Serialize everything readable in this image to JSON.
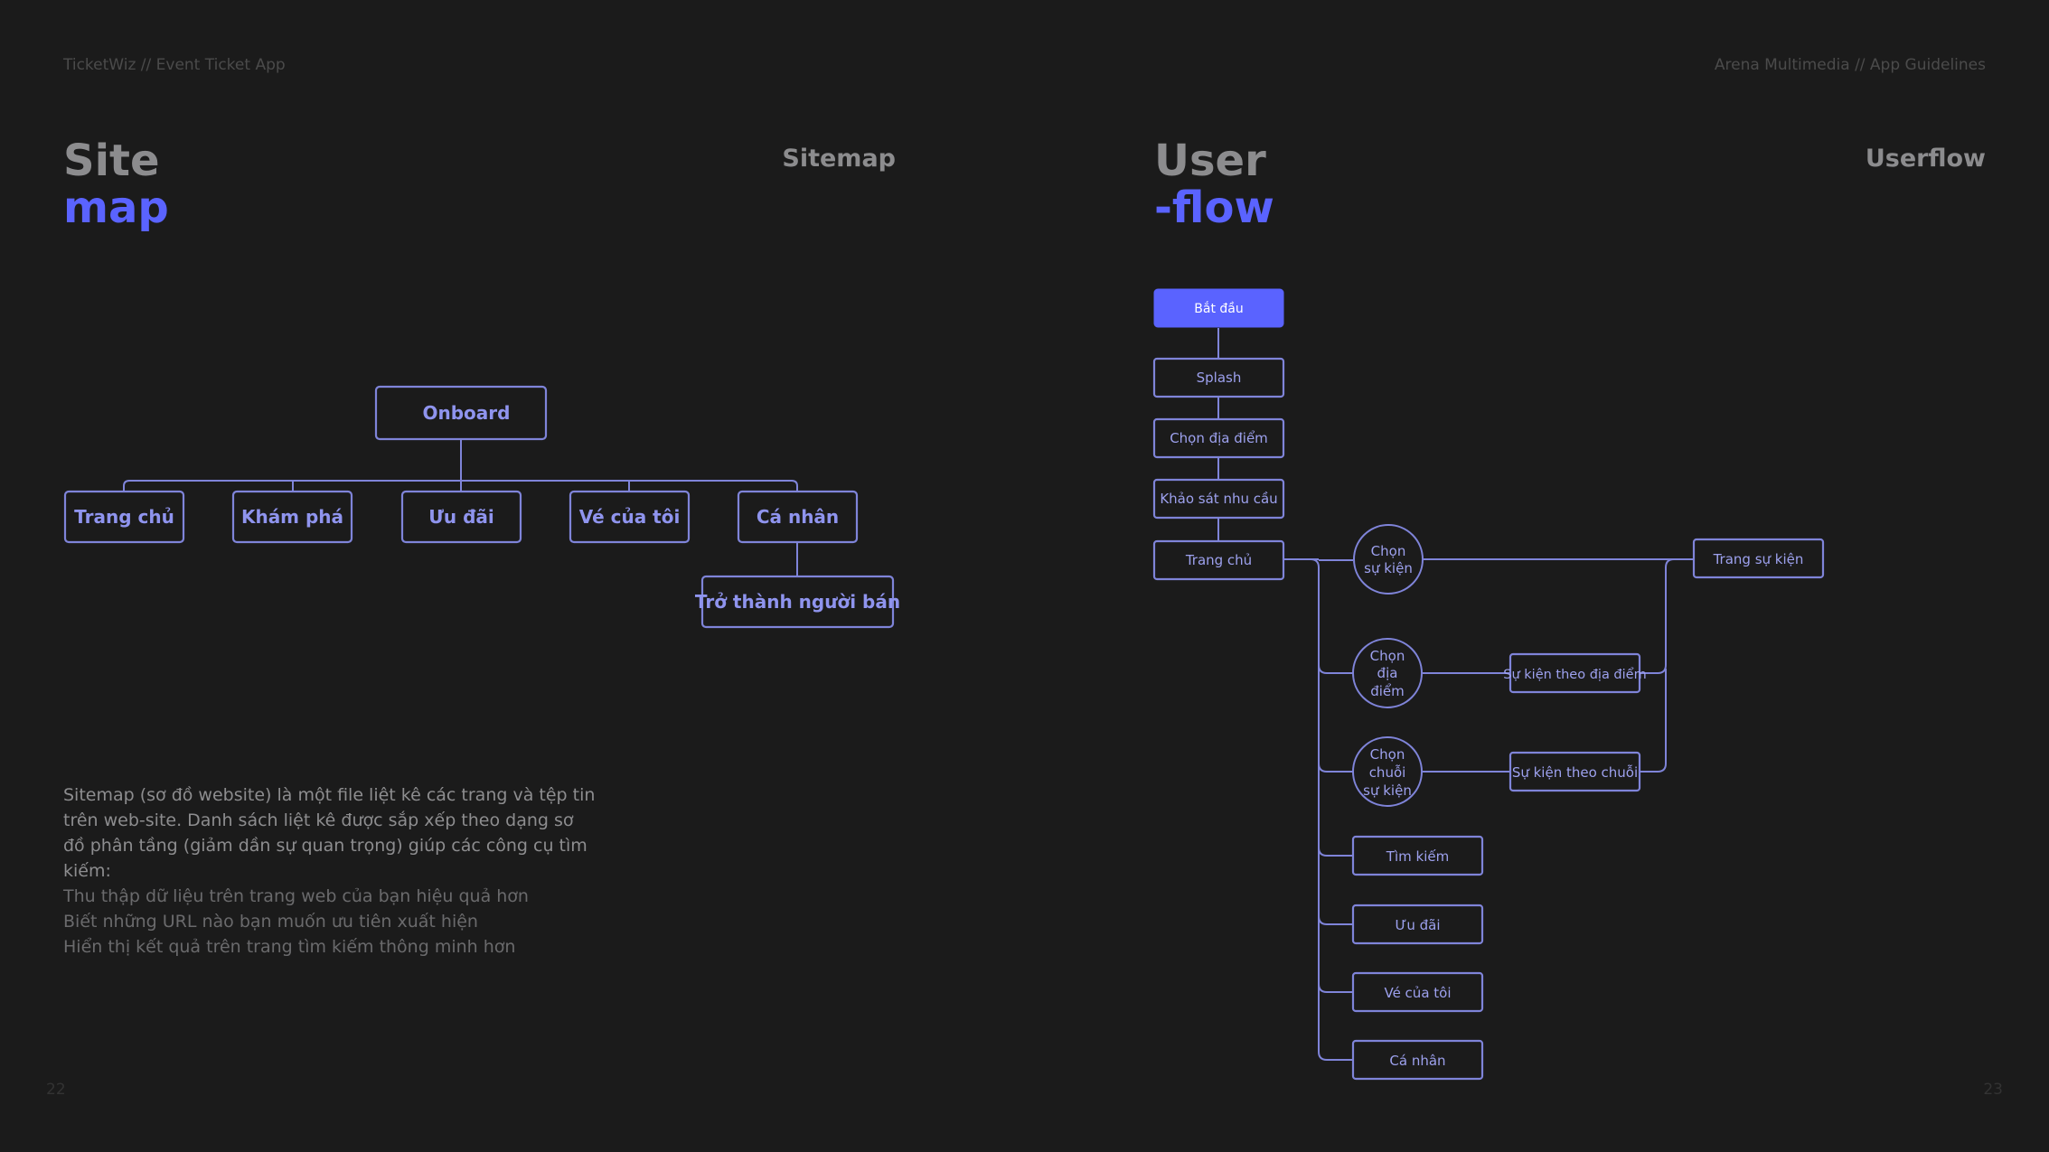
{
  "header": {
    "left_meta": "TicketWiz // Event Ticket App",
    "right_meta": "Arena Multimedia // App Guidelines"
  },
  "sitemap": {
    "title_line1": "Site",
    "title_line2": "map",
    "subtitle": "Sitemap",
    "nodes": {
      "root": "Onboard",
      "home": "Trang chủ",
      "explore": "Khám phá",
      "deals": "Ưu đãi",
      "tickets": "Vé của tôi",
      "profile": "Cá nhân",
      "seller": "Trở thành người bán"
    },
    "description": {
      "paragraph": "Sitemap (sơ đồ website) là một file liệt kê các trang và tệp tin trên web-site. Danh sách liệt kê được sắp xếp theo dạng sơ đồ phân tầng (giảm dần sự quan trọng) giúp các công cụ tìm kiếm:",
      "items": [
        "Thu thập dữ liệu trên trang web của bạn hiệu quả hơn",
        "Biết những URL nào bạn muốn ưu tiên xuất hiện",
        "Hiển thị kết quả trên trang tìm kiếm thông minh hơn"
      ]
    },
    "page_number": "22"
  },
  "userflow": {
    "title_line1": "User",
    "title_line2": "-flow",
    "subtitle": "Userflow",
    "nodes": {
      "start": "Bắt đầu",
      "splash": "Splash",
      "choose_location": "Chọn địa điểm",
      "survey": "Khảo sát nhu cầu",
      "home": "Trang chủ",
      "choose_event_l1": "Chọn",
      "choose_event_l2": "sự kiện",
      "choose_place_l1": "Chọn",
      "choose_place_l2": "địa",
      "choose_place_l3": "điểm",
      "choose_series_l1": "Chọn",
      "choose_series_l2": "chuỗi",
      "choose_series_l3": "sự kiện",
      "events_by_place": "Sự kiện theo địa điểm",
      "events_by_series": "Sự kiện theo chuỗi",
      "event_page": "Trang sự kiện",
      "search": "Tìm kiếm",
      "deals": "Ưu đãi",
      "my_tickets": "Vé của tôi",
      "profile": "Cá nhân"
    },
    "page_number": "23"
  },
  "colors": {
    "background": "#1b1b1b",
    "accent": "#5a63ff",
    "node_stroke": "#7f84d9",
    "title_grey": "#8c8c8e"
  }
}
